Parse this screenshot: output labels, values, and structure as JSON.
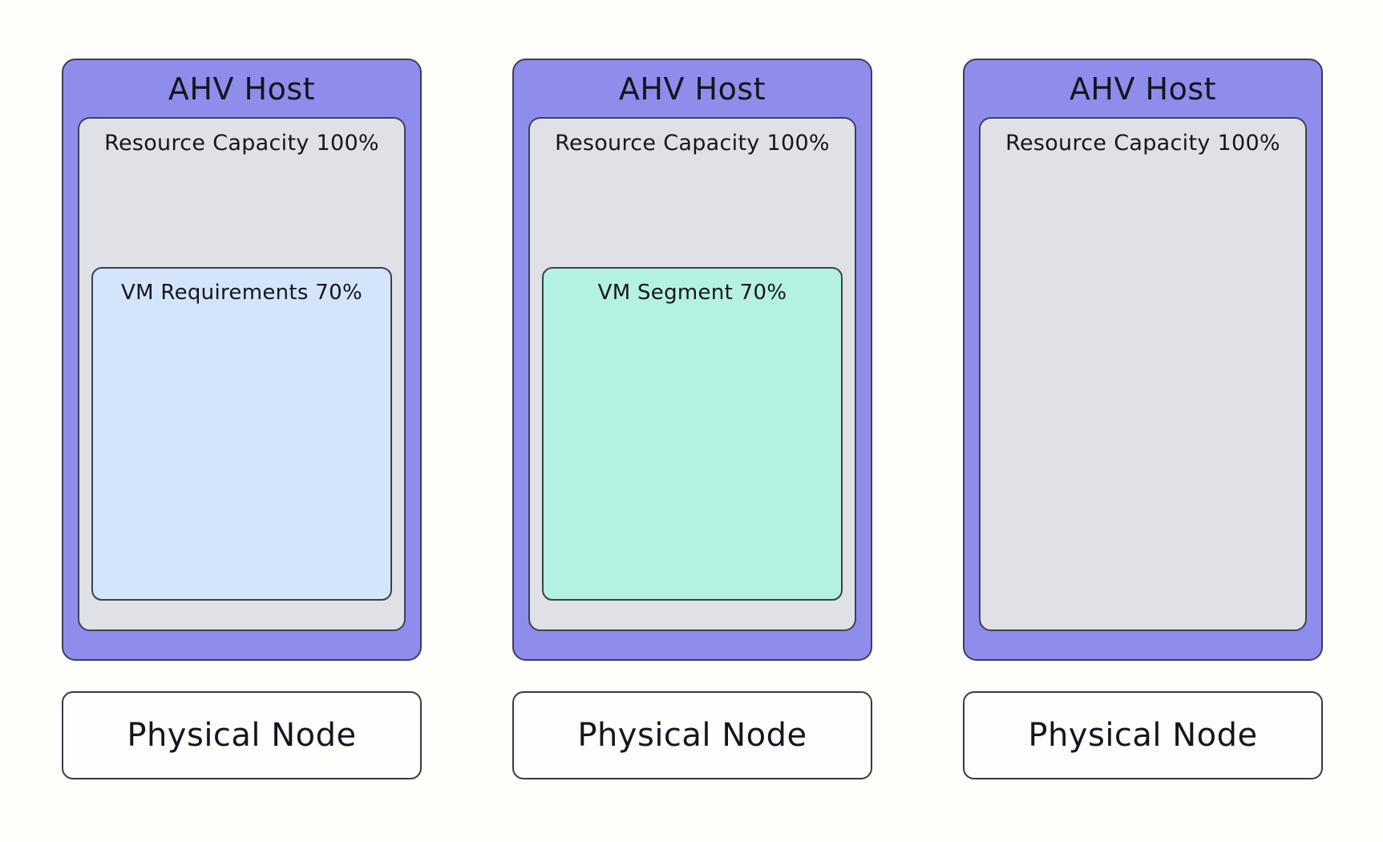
{
  "colors": {
    "background": "#fffefa",
    "host_fill": "#8f8cec",
    "host_border": "#3b3f5a",
    "capacity_fill": "#dfe1e6",
    "capacity_border": "#3e4254",
    "vm_border": "#3a4150",
    "vm_requirements_fill": "#d4e4fa",
    "vm_segment_fill": "#b4f1e2",
    "node_fill": "#fdfdfc",
    "node_border": "#363a46",
    "text": "#14161d"
  },
  "hosts": [
    {
      "title": "AHV Host",
      "capacity_label": "Resource Capacity 100%",
      "vm": {
        "label": "VM Requirements 70%",
        "fill": "#d4e4fa",
        "border": "#3a4150"
      },
      "node_label": "Physical Node"
    },
    {
      "title": "AHV Host",
      "capacity_label": "Resource Capacity 100%",
      "vm": {
        "label": "VM Segment 70%",
        "fill": "#b4f1e2",
        "border": "#3a4150"
      },
      "node_label": "Physical Node"
    },
    {
      "title": "AHV Host",
      "capacity_label": "Resource Capacity 100%",
      "vm": null,
      "node_label": "Physical Node"
    }
  ]
}
